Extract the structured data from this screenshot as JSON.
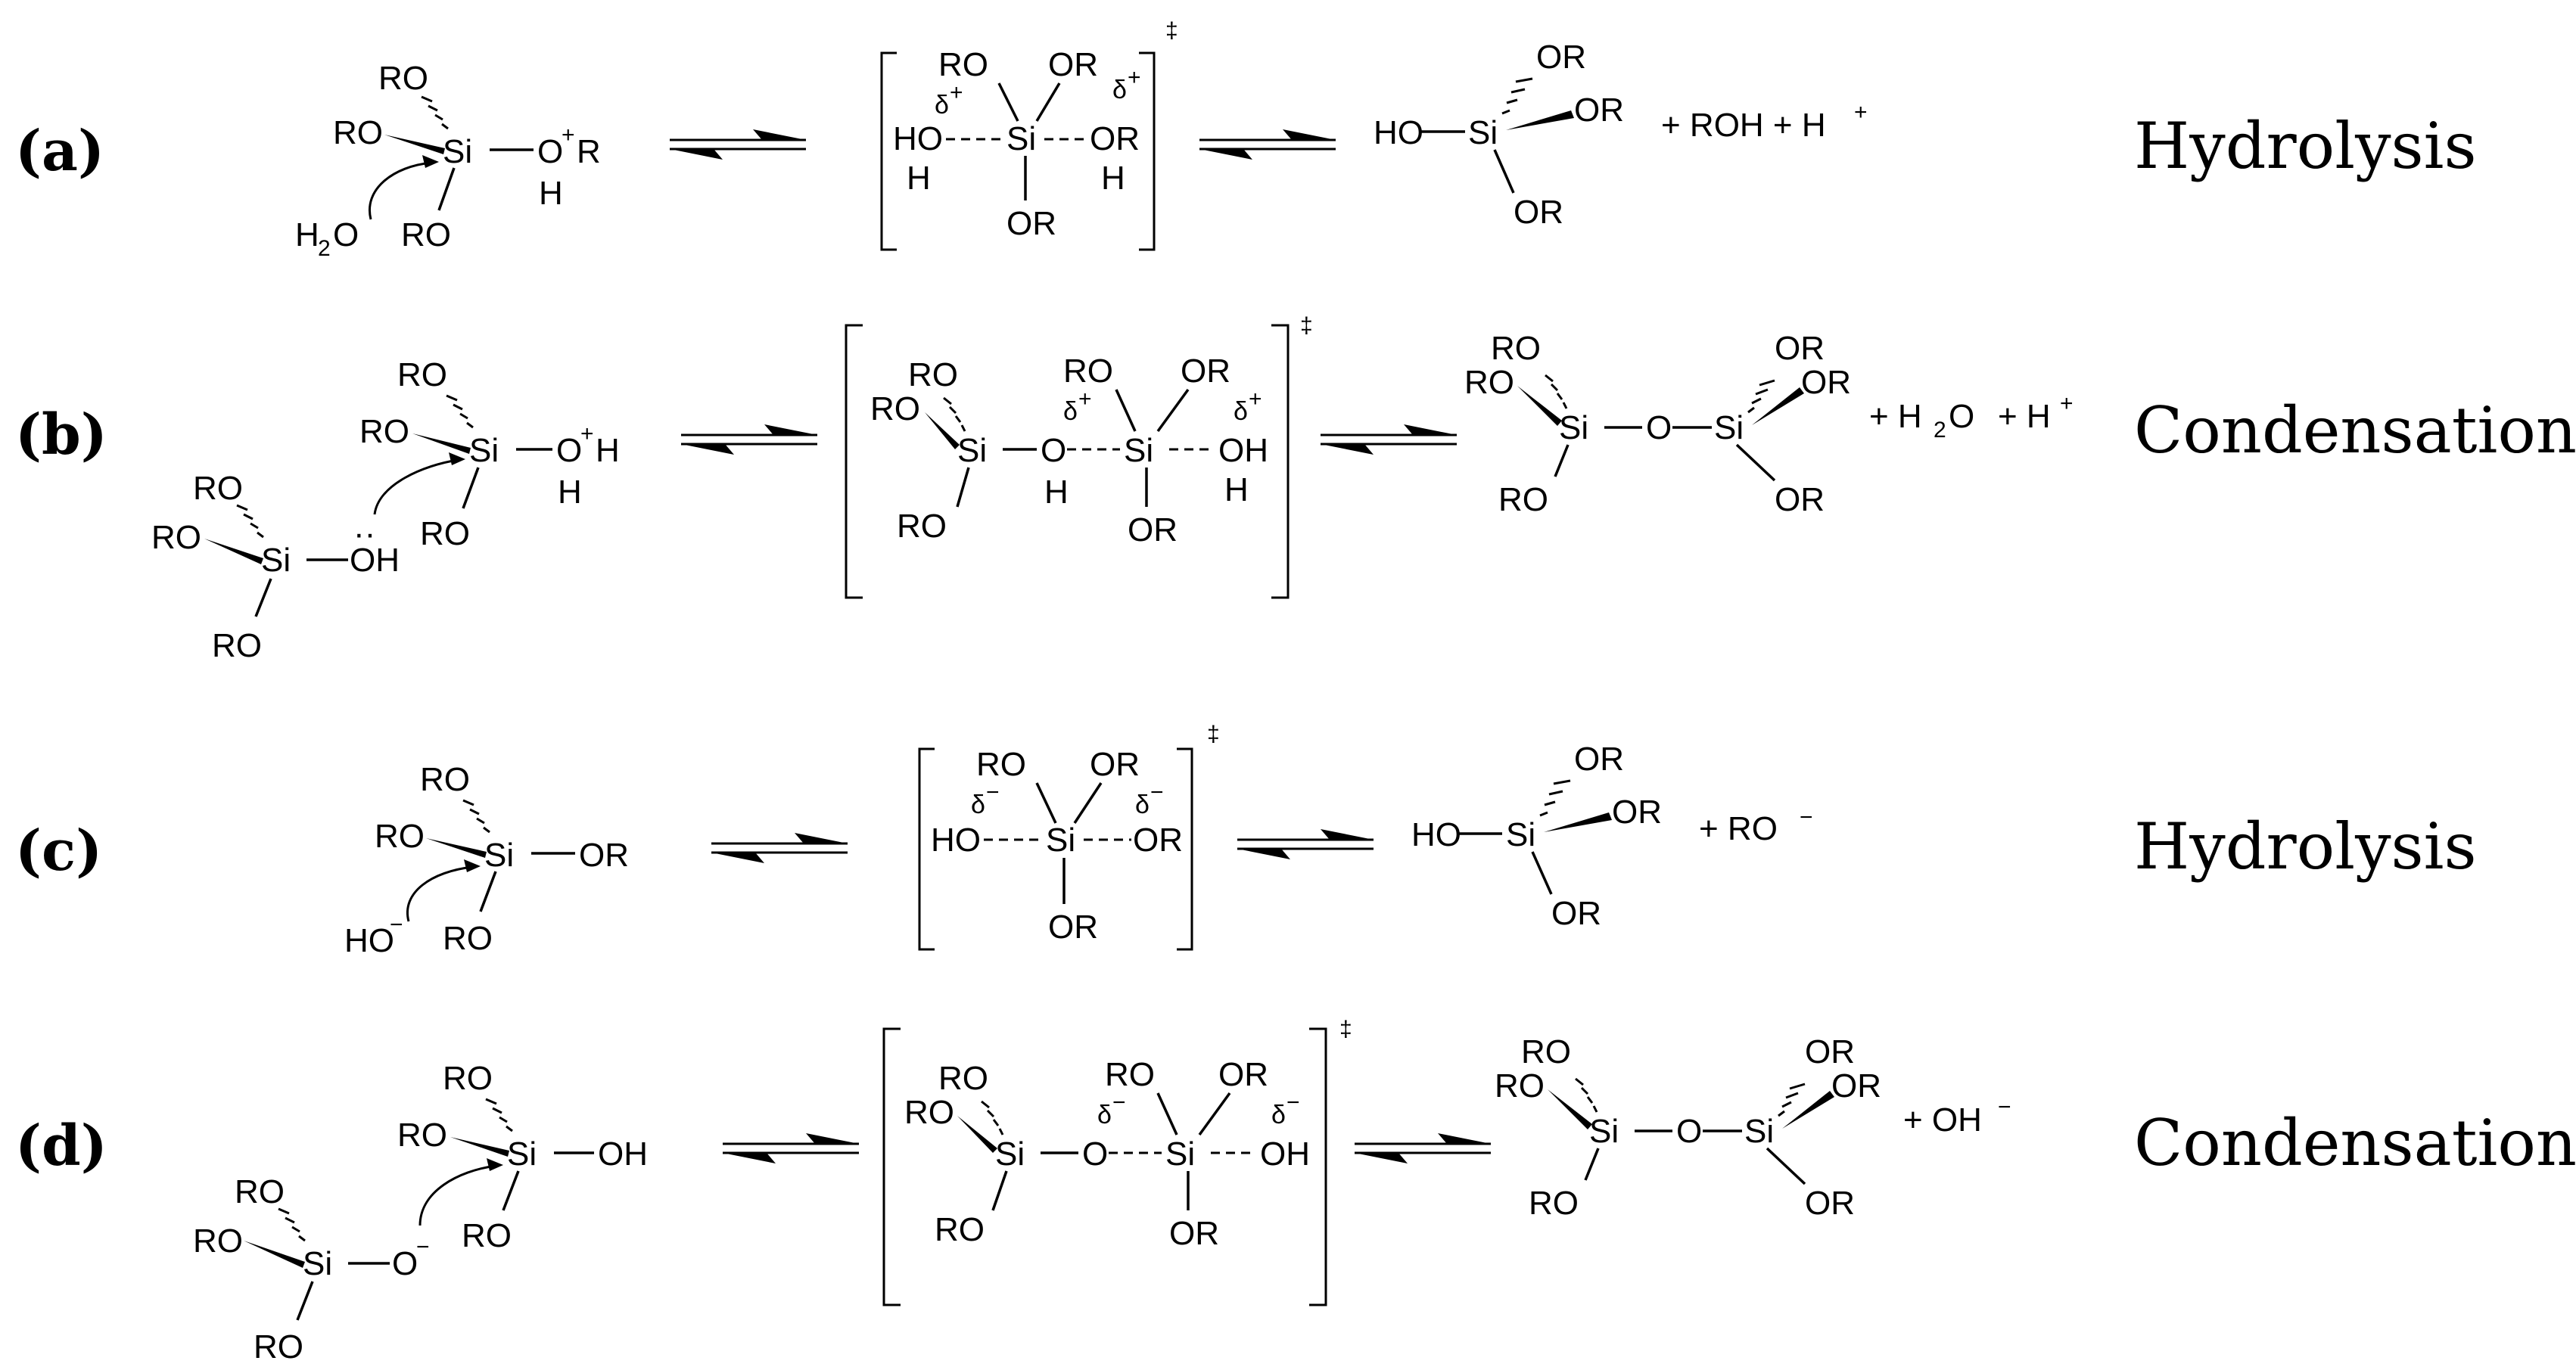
{
  "rows": [
    {
      "label": "(a)",
      "title": "Hydrolysis",
      "reactant": {
        "ro1": "RO",
        "ro2": "RO",
        "ro3": "RO",
        "si": "Si",
        "oplus": "O",
        "oplus_charge": "+",
        "r": "R",
        "h": "H",
        "water_h": "H",
        "water_sub": "2",
        "water_o": "O"
      },
      "ts": {
        "ro_tl": "RO",
        "ro_tr": "OR",
        "delta_l": "δ",
        "delta_l_charge": "+",
        "delta_r": "δ",
        "delta_r_charge": "+",
        "ho": "HO",
        "h_l": "H",
        "si": "Si",
        "or_r": "OR",
        "h_r": "H",
        "or_b": "OR",
        "dagger": "‡"
      },
      "product": {
        "ho": "HO",
        "si": "Si",
        "or1": "OR",
        "or2": "OR",
        "or3": "OR",
        "extra": "+ ROH + H",
        "extra_charge": "+"
      }
    },
    {
      "label": "(b)",
      "title": "Condensation",
      "reactant": {
        "ro1": "RO",
        "ro2": "RO",
        "ro3": "RO",
        "si": "Si",
        "o": "O",
        "o_charge": "+",
        "h1": "H",
        "h2": "H",
        "n_ro1": "RO",
        "n_ro2": "RO",
        "n_ro3": "RO",
        "n_si": "Si",
        "n_oh": "OH",
        "lone_pair": "··"
      },
      "ts": {
        "ro1": "RO",
        "ro2": "RO",
        "ro3": "RO",
        "si1": "Si",
        "o": "O",
        "delta1": "δ",
        "delta1_charge": "+",
        "h": "H",
        "ro_t": "RO",
        "or_t": "OR",
        "si2": "Si",
        "delta2": "δ",
        "delta2_charge": "+",
        "oh": "OH",
        "h2": "H",
        "or_b": "OR",
        "dagger": "‡"
      },
      "product": {
        "ro1": "RO",
        "ro2": "RO",
        "ro3": "RO",
        "si1": "Si",
        "o": "O",
        "si2": "Si",
        "or1": "OR",
        "or2": "OR",
        "or3": "OR",
        "extra1": "+ H",
        "extra1_sub": "2",
        "extra1_o": "O",
        "extra2": "+ H",
        "extra2_charge": "+"
      }
    },
    {
      "label": "(c)",
      "title": "Hydrolysis",
      "reactant": {
        "ro1": "RO",
        "ro2": "RO",
        "ro3": "RO",
        "si": "Si",
        "or": "OR",
        "ho": "HO",
        "ho_charge": "−"
      },
      "ts": {
        "ro_tl": "RO",
        "ro_tr": "OR",
        "delta_l": "δ",
        "delta_l_charge": "−",
        "delta_r": "δ",
        "delta_r_charge": "−",
        "ho": "HO",
        "si": "Si",
        "or_r": "OR",
        "or_b": "OR",
        "dagger": "‡"
      },
      "product": {
        "ho": "HO",
        "si": "Si",
        "or1": "OR",
        "or2": "OR",
        "or3": "OR",
        "extra": "+ RO",
        "extra_charge": "−"
      }
    },
    {
      "label": "(d)",
      "title": "Condensation",
      "reactant": {
        "ro1": "RO",
        "ro2": "RO",
        "ro3": "RO",
        "si": "Si",
        "oh": "OH",
        "n_ro1": "RO",
        "n_ro2": "RO",
        "n_ro3": "RO",
        "n_si": "Si",
        "n_o": "O",
        "n_o_charge": "−"
      },
      "ts": {
        "ro1": "RO",
        "ro2": "RO",
        "ro3": "RO",
        "si1": "Si",
        "o": "O",
        "delta1": "δ",
        "delta1_charge": "−",
        "ro_t": "RO",
        "or_t": "OR",
        "si2": "Si",
        "delta2": "δ",
        "delta2_charge": "−",
        "oh": "OH",
        "or_b": "OR",
        "dagger": "‡"
      },
      "product": {
        "ro1": "RO",
        "ro2": "RO",
        "ro3": "RO",
        "si1": "Si",
        "o": "O",
        "si2": "Si",
        "or1": "OR",
        "or2": "OR",
        "or3": "OR",
        "extra": "+ OH",
        "extra_charge": "−"
      }
    }
  ]
}
